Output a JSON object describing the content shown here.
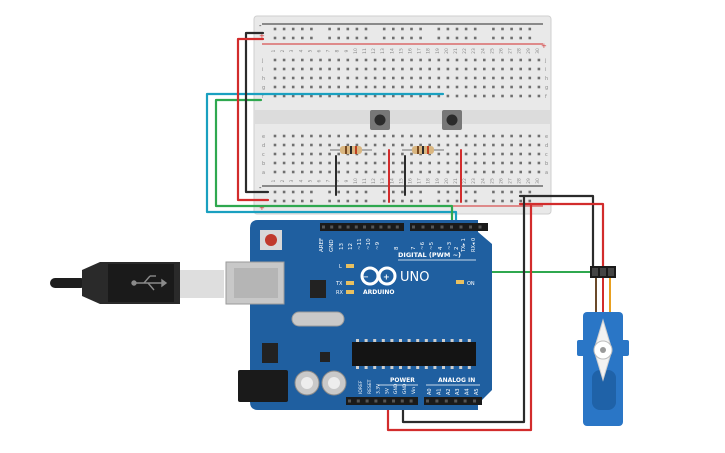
{
  "arduino": {
    "digital_header": "DIGITAL (PWM ~)",
    "brand": "ARDUINO",
    "model": "UNO",
    "on_label": "ON",
    "power_header": "POWER",
    "analog_header": "ANALOG IN",
    "aref": "AREF",
    "gnd": "GND",
    "l_led": "L",
    "tx_led": "TX",
    "rx_led": "RX",
    "tx_pin": "TX▸ 1",
    "rx_pin": "RX◂ 0",
    "digital_pins": [
      "13",
      "12",
      "~11",
      "~10",
      "~9",
      "8",
      "7",
      "~6",
      "~5",
      "4",
      "~3",
      "2"
    ],
    "power_pins": [
      "IOREF",
      "RESET",
      "3.3V",
      "5V",
      "GND",
      "GND",
      "Vin"
    ],
    "analog_pins": [
      "A0",
      "A1",
      "A2",
      "A3",
      "A4",
      "A5"
    ]
  },
  "breadboard": {
    "column_numbers": [
      "1",
      "2",
      "3",
      "4",
      "5",
      "6",
      "7",
      "8",
      "9",
      "10",
      "11",
      "12",
      "13",
      "14",
      "15",
      "16",
      "17",
      "18",
      "19",
      "20",
      "21",
      "22",
      "23",
      "24",
      "25",
      "26",
      "27",
      "28",
      "29",
      "30"
    ],
    "row_letters_top": [
      "j",
      "i",
      "h",
      "g",
      "f"
    ],
    "row_letters_bottom": [
      "e",
      "d",
      "c",
      "b",
      "a"
    ],
    "rail_plus": "+",
    "rail_minus": "-"
  },
  "colors": {
    "board_blue": "#1f5fa0",
    "wire_red": "#d22c2c",
    "wire_black": "#2b2b2b",
    "wire_green": "#2fa84f",
    "wire_teal": "#1aa0c0",
    "servo_blue": "#2a76c6",
    "breadboard": "#eaeaea"
  }
}
